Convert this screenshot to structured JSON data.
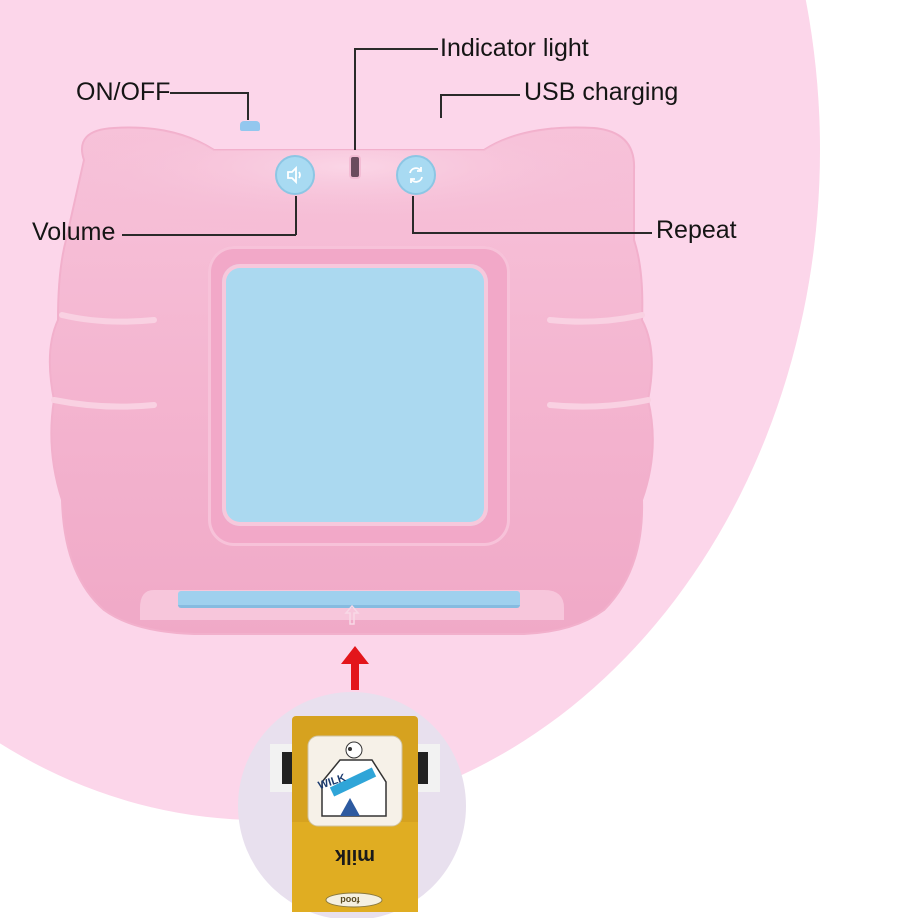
{
  "labels": {
    "on_off": "ON/OFF",
    "indicator_light": "Indicator light",
    "usb_charging": "USB charging",
    "volume": "Volume",
    "repeat": "Repeat"
  },
  "card": {
    "word": "milk",
    "small_word": "WILK",
    "sub_label": "food"
  },
  "colors": {
    "background_pink": "#fcd6ea",
    "device_pink": "#f5b9d3",
    "screen_blue": "#abd9f0",
    "button_blue": "#a8daf2",
    "arrow_red": "#e3151b",
    "card_yellow": "#d6a21f"
  },
  "icons": {
    "volume_button": "speaker-icon",
    "repeat_button": "repeat-icon",
    "slot_arrow": "up-arrow-icon",
    "insert_arrow": "red-up-arrow-icon"
  }
}
